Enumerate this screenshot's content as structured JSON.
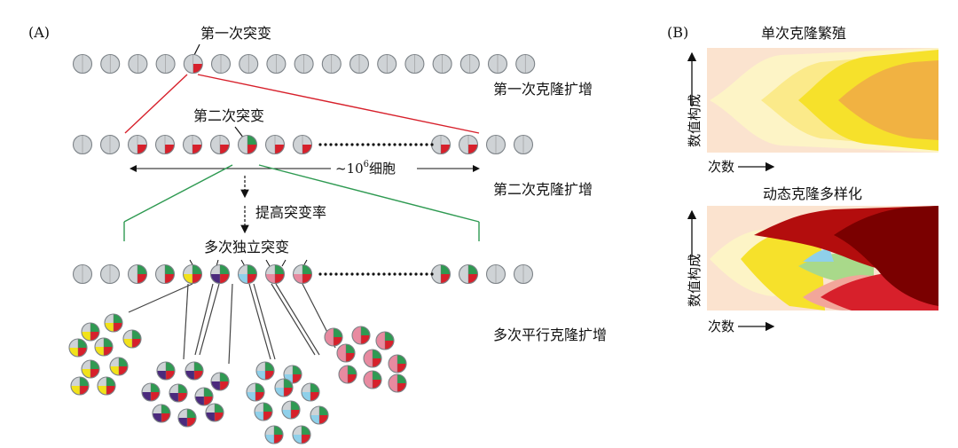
{
  "panel_a": {
    "label": "(A)",
    "first_mutation": "第一次突变",
    "first_expansion": "第一次克隆扩增",
    "second_mutation": "第二次突变",
    "cell_count_label": "~10",
    "cell_count_exp": "6",
    "cell_count_unit": "细胞",
    "second_expansion": "第二次克隆扩增",
    "raise_rate": "提高突变率",
    "independent_mutations": "多次独立突变",
    "parallel_expansion": "多次平行克隆扩增"
  },
  "panel_b": {
    "label": "(B)",
    "top_title": "单次克隆繁殖",
    "bottom_title": "动态克隆多样化",
    "ylabel": "数值构成",
    "xlabel": "次数"
  },
  "colors": {
    "cell": "#cfd3d6",
    "red": "#d7202b",
    "green": "#2f9a52",
    "yellow": "#f2e21a",
    "purple": "#4b2a7d",
    "blue": "#8fd0ea",
    "pink": "#e88aa0",
    "orange": "#f2b440",
    "darkred": "#7a0000"
  }
}
